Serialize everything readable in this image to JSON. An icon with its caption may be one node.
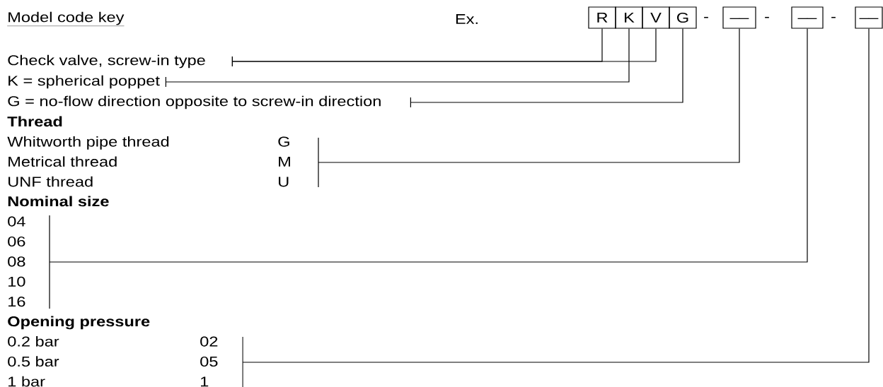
{
  "diagram": {
    "title": "Model code key",
    "nodes": [
      {
        "text": [
          "R"
        ]
      },
      {
        "text": [
          "K"
        ]
      },
      {
        "text": [
          "V"
        ]
      },
      {
        "text": [
          "G"
        ]
      },
      {
        "text": [
          "__"
        ]
      },
      {
        "text": [
          "__"
        ]
      },
      {
        "text": [
          "__"
        ]
      },
      {
        "text": [
          "Check valve, screw-in type"
        ]
      },
      {
        "text": [
          "K = spherical poppet"
        ]
      },
      {
        "text": [
          "G = no-flow direction opposite to screw-in direction"
        ]
      },
      {
        "text": [
          "Thread",
          "Whitworth pipe thread",
          "G",
          "Metrical thread",
          "M",
          "UNF thread",
          "U"
        ]
      },
      {
        "text": [
          "Nominal size",
          "04",
          "06",
          "08",
          "10",
          "16"
        ]
      },
      {
        "text": [
          "Opening pressure",
          "0.2 bar",
          "02",
          "0.5 bar",
          "05",
          "1 bar",
          "1"
        ]
      }
    ],
    "edges": [
      {
        "from": 7,
        "to": 0,
        "arrow": "none"
      },
      {
        "from": 7,
        "to": 2,
        "arrow": "none"
      },
      {
        "from": 8,
        "to": 1,
        "arrow": "none"
      },
      {
        "from": 9,
        "to": 3,
        "arrow": "none"
      },
      {
        "from": 10,
        "to": 4,
        "arrow": "none"
      },
      {
        "from": 11,
        "to": 5,
        "arrow": "none"
      },
      {
        "from": 12,
        "to": 6,
        "arrow": "none"
      }
    ],
    "labels": [
      "Ex.",
      "-",
      "-",
      "-"
    ]
  }
}
